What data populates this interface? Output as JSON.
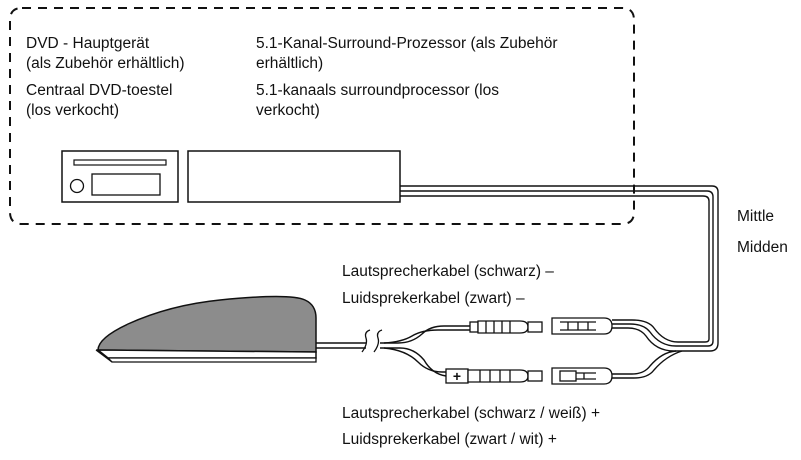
{
  "head_unit": {
    "label_de_line1": "DVD - Hauptgerät",
    "label_de_line2": "(als Zubehör erhältlich)",
    "label_nl_line1": "Centraal DVD-toestel",
    "label_nl_line2": "(los verkocht)"
  },
  "processor": {
    "label_de_line1": "5.1-Kanal-Surround-Prozessor (als Zubehör",
    "label_de_line2": "erhältlich)",
    "label_nl_line1": "5.1-kanaals surroundprocessor (los",
    "label_nl_line2": "verkocht)"
  },
  "channel": {
    "label_de": "Mittle",
    "label_nl": "Midden"
  },
  "cable_negative": {
    "label_de": "Lautsprecherkabel (schwarz) –",
    "label_nl": "Luidsprekerkabel (zwart) –"
  },
  "cable_positive": {
    "label_de": "Lautsprecherkabel (schwarz / weiß) +",
    "label_nl": "Luidsprekerkabel (zwart / wit) +",
    "polarity_symbol": "+"
  },
  "colors": {
    "line": "#111111",
    "speaker_fill": "#8c8c8c",
    "background": "#ffffff"
  }
}
